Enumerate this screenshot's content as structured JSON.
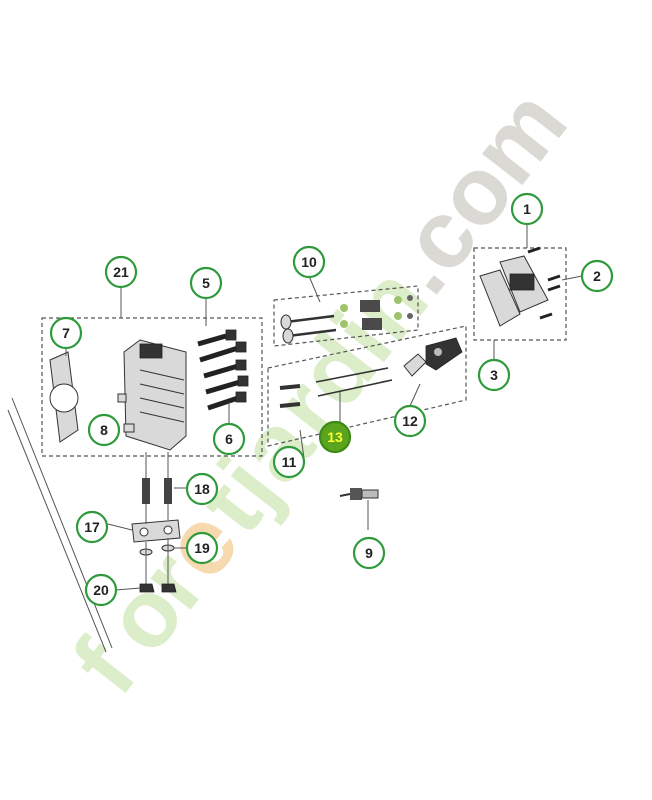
{
  "watermark": {
    "letters": [
      "f",
      "o",
      "r",
      "e",
      "t",
      "j",
      "a",
      "r",
      "d",
      "i",
      "n"
    ],
    "suffix": ".com",
    "colors": {
      "green": "#d9ecc4",
      "orange": "#f7d5a8",
      "gray": "#d8d5cf"
    }
  },
  "callouts": [
    {
      "id": "1",
      "label": "1"
    },
    {
      "id": "2",
      "label": "2"
    },
    {
      "id": "3",
      "label": "3"
    },
    {
      "id": "5",
      "label": "5"
    },
    {
      "id": "6",
      "label": "6"
    },
    {
      "id": "7",
      "label": "7"
    },
    {
      "id": "8",
      "label": "8"
    },
    {
      "id": "9",
      "label": "9"
    },
    {
      "id": "10",
      "label": "10"
    },
    {
      "id": "11",
      "label": "11"
    },
    {
      "id": "12",
      "label": "12"
    },
    {
      "id": "13",
      "label": "13",
      "highlight": true
    },
    {
      "id": "17",
      "label": "17"
    },
    {
      "id": "18",
      "label": "18"
    },
    {
      "id": "19",
      "label": "19"
    },
    {
      "id": "20",
      "label": "20"
    },
    {
      "id": "21",
      "label": "21"
    }
  ],
  "colors": {
    "callout_stroke": "#2f9a3c",
    "highlight_fill": "#5aa51d",
    "highlight_text": "#ffff33"
  }
}
